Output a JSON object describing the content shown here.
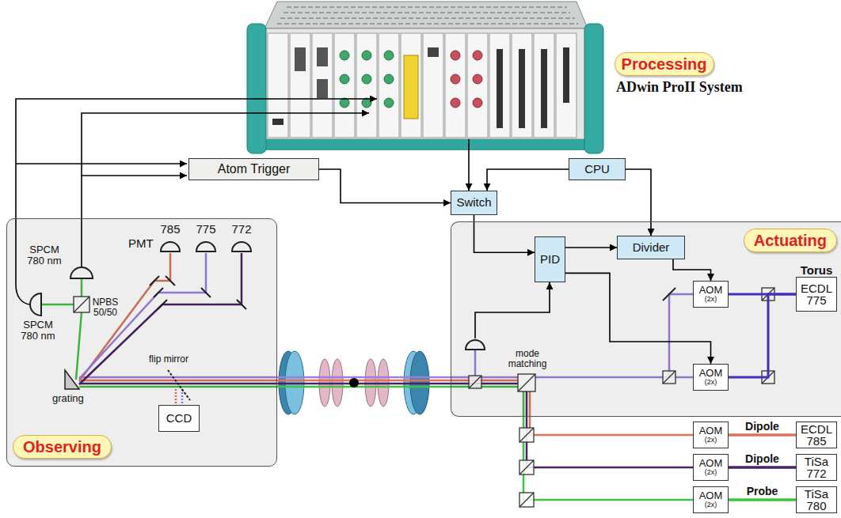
{
  "diagram": {
    "nodes": [
      {
        "text": [
          "Processing"
        ]
      },
      {
        "text": [
          "CPU"
        ]
      },
      {
        "text": [
          "Atom Trigger"
        ]
      },
      {
        "text": [
          "Switch"
        ]
      },
      {
        "text": [
          "Observing"
        ]
      },
      {
        "text": [
          "CCD"
        ],
        "in": 4
      },
      {
        "text": [
          "Actuating"
        ]
      },
      {
        "text": [
          "PID"
        ],
        "in": 6
      },
      {
        "text": [
          "Divider"
        ],
        "in": 6
      },
      {
        "text": [
          "AOM",
          "(2x)"
        ],
        "in": 6
      },
      {
        "text": [
          "Torus",
          "ECDL 775"
        ],
        "in": 6
      },
      {
        "text": [
          "AOM",
          "(2x)"
        ],
        "in": 6
      },
      {
        "text": [
          "AOM",
          "(2x)"
        ]
      },
      {
        "text": [
          "ECDL 785"
        ]
      },
      {
        "text": [
          "AOM",
          "(2x)"
        ]
      },
      {
        "text": [
          "TiSa 772"
        ]
      },
      {
        "text": [
          "AOM",
          "(2x)"
        ]
      },
      {
        "text": [
          "TiSa 780"
        ]
      }
    ],
    "edges": [
      {
        "from": 2,
        "to": 3,
        "arrow": "to"
      },
      {
        "from": 1,
        "to": 3,
        "arrow": "to"
      },
      {
        "from": 1,
        "to": 8,
        "arrow": "to"
      },
      {
        "from": 3,
        "to": 7,
        "arrow": "to"
      },
      {
        "from": 7,
        "to": 8,
        "arrow": "to"
      },
      {
        "from": 7,
        "to": 11,
        "arrow": "to"
      },
      {
        "from": 8,
        "to": 9,
        "arrow": "to"
      },
      {
        "from": 10,
        "to": 9,
        "arrow": "none"
      },
      {
        "from": 10,
        "to": 11,
        "arrow": "none"
      },
      {
        "from": 13,
        "to": 12,
        "label": "Dipole",
        "arrow": "none"
      },
      {
        "from": 15,
        "to": 14,
        "label": "Dipole",
        "arrow": "none"
      },
      {
        "from": 17,
        "to": 16,
        "label": "Probe",
        "arrow": "none"
      }
    ],
    "labels": [
      "ADwin ProII System",
      "PMT",
      "785",
      "775",
      "772",
      "SPCM 780 nm",
      "SPCM 780 nm",
      "NPBS 50/50",
      "grating",
      "flip mirror",
      "mode matching"
    ]
  }
}
